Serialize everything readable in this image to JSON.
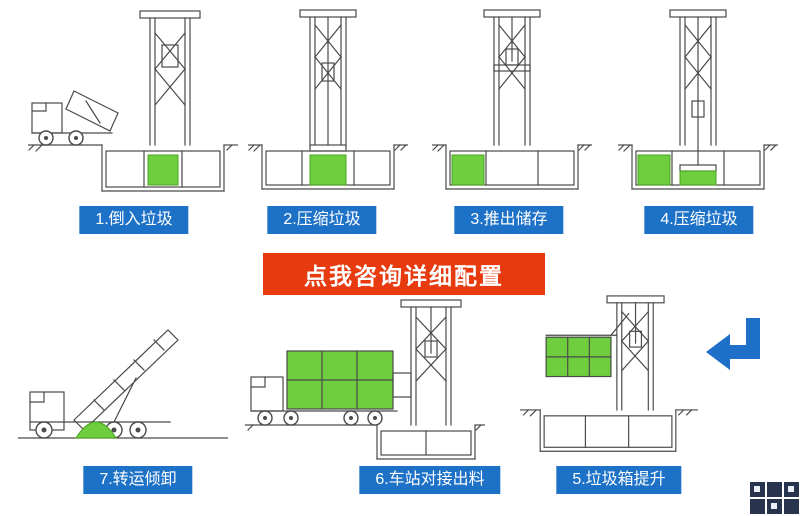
{
  "colors": {
    "label-bg": "#1d72c8",
    "banner-bg": "#e73a0e",
    "green": "#6fce3e",
    "arrow": "#1d6fc8",
    "line": "#4a4a4a"
  },
  "banner": {
    "label": "点我咨询详细配置"
  },
  "steps": [
    {
      "label": "1.倒入垃圾"
    },
    {
      "label": "2.压缩垃圾"
    },
    {
      "label": "3.推出储存"
    },
    {
      "label": "4.压缩垃圾"
    },
    {
      "label": "5.垃圾箱提升"
    },
    {
      "label": "6.车站对接出料"
    },
    {
      "label": "7.转运倾卸"
    }
  ],
  "icons": {
    "flow_arrow": "left-elbow-arrow",
    "watermark": "site-logo-mosaic"
  }
}
